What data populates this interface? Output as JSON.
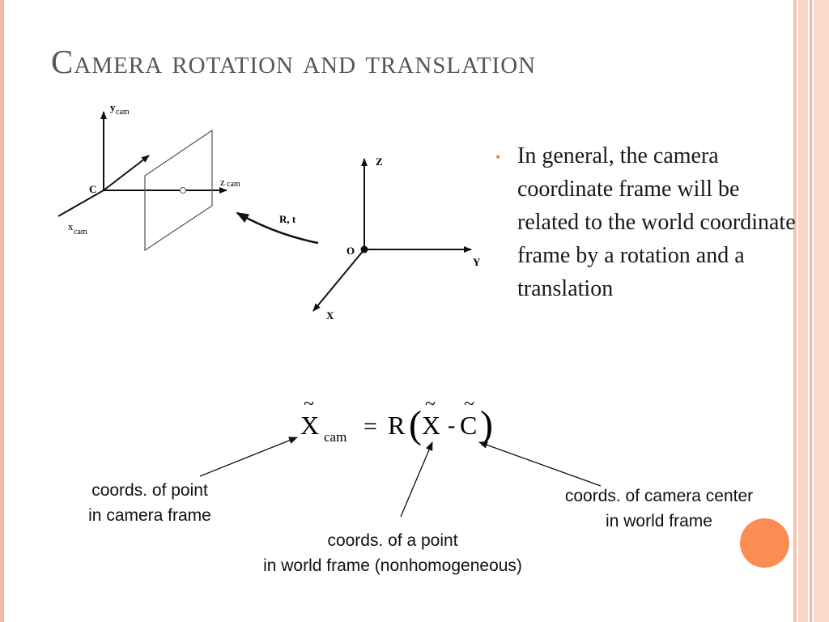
{
  "slide": {
    "title": "Camera rotation and translation",
    "bullet": "In general, the camera coordinate frame will be related to the world coordinate frame by a rotation and a translation"
  },
  "diagram": {
    "camera_labels": {
      "y": "y",
      "y_sub": "cam",
      "z": "z",
      "z_sub": "cam",
      "x": "x",
      "x_sub": "cam",
      "center": "C"
    },
    "transform_label": "R, t",
    "world_labels": {
      "z": "Z",
      "y": "Y",
      "x": "X",
      "origin": "O"
    }
  },
  "equation": {
    "lhs": "X",
    "lhs_sub": "cam",
    "tilde": "~",
    "equals": "=",
    "rotation": "R",
    "paren_open": "(",
    "x": "X",
    "minus": "-",
    "c": "C",
    "paren_close": ")"
  },
  "annotations": {
    "camera_point": [
      "coords. of point",
      "in camera frame"
    ],
    "world_point": [
      "coords. of a point",
      "in world frame (nonhomogeneous)"
    ],
    "camera_center": [
      "coords. of camera center",
      "in world frame"
    ]
  },
  "colors": {
    "accent_bullet": "#e2835a",
    "title": "#55565a",
    "decor_circle": "#fb8d52",
    "frame": "#f4b9a1"
  }
}
